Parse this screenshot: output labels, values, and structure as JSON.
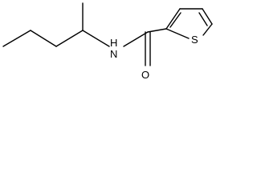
{
  "molecule": {
    "atoms": {
      "nitrogen": "N",
      "hydrogen": "H",
      "oxygen": "O",
      "sulfur": "S"
    }
  }
}
